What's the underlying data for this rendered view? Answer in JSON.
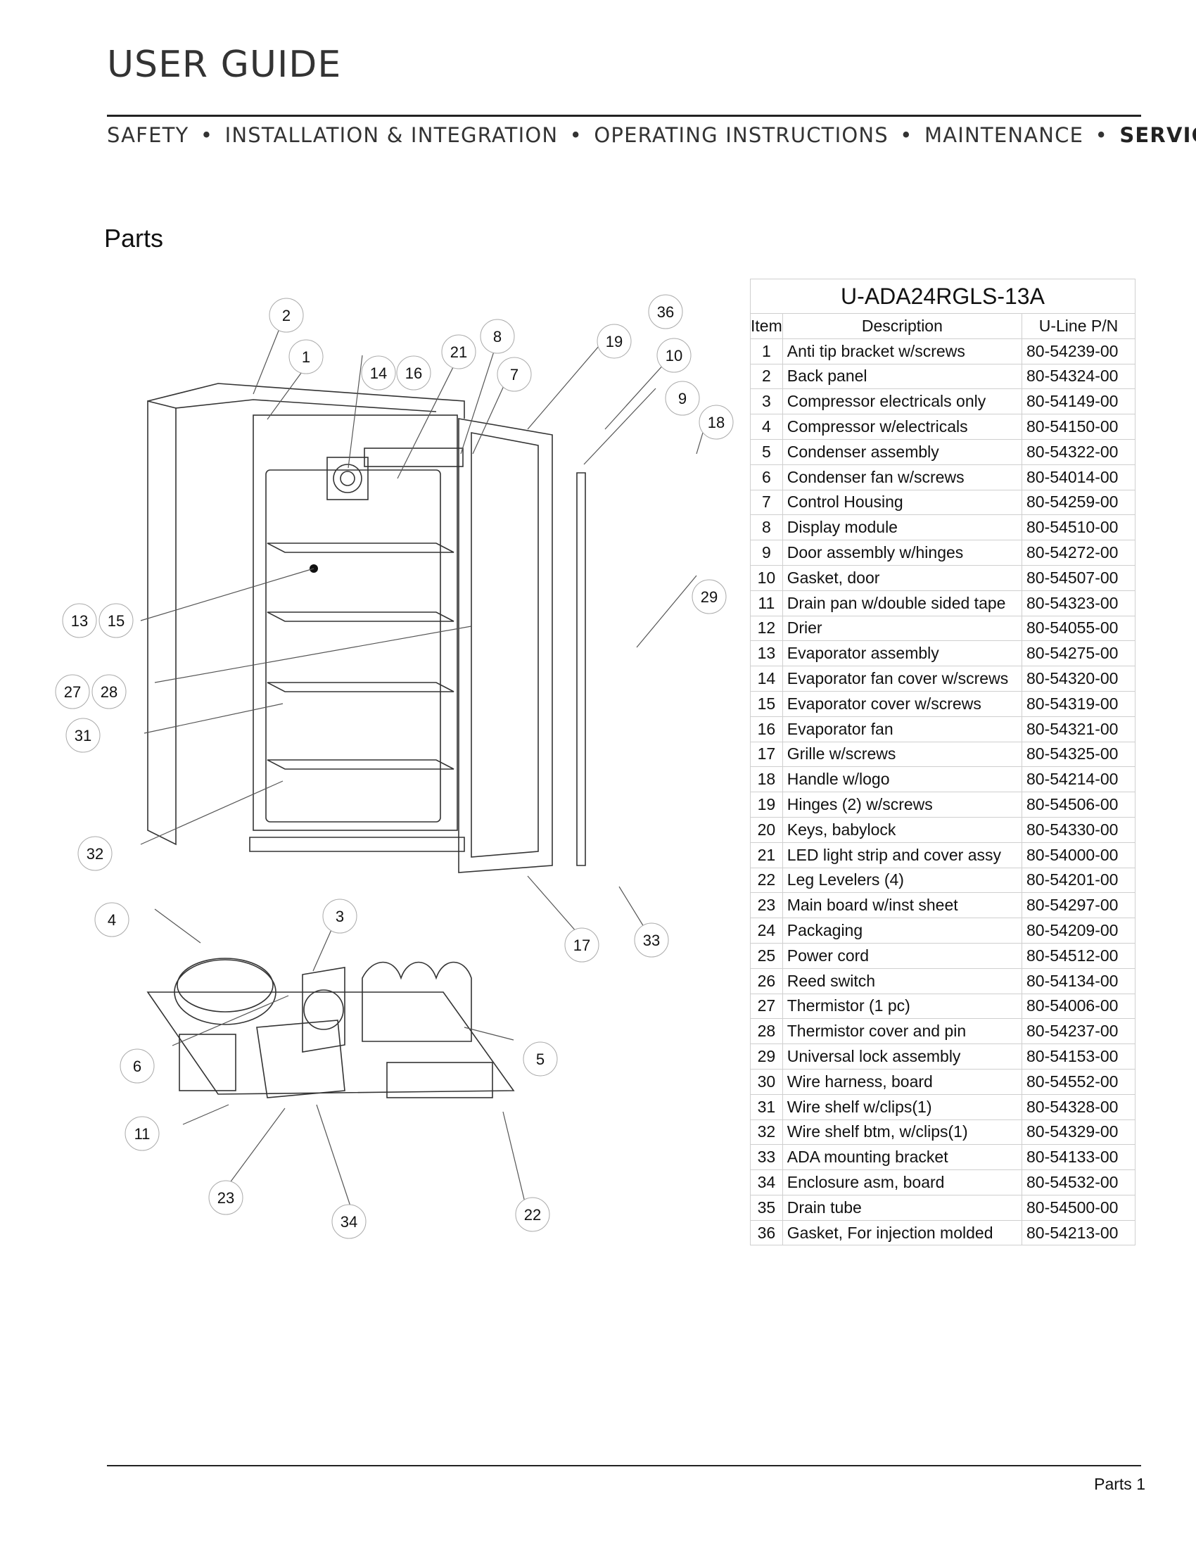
{
  "header": {
    "title": "USER GUIDE",
    "nav": [
      "SAFETY",
      "INSTALLATION & INTEGRATION",
      "OPERATING INSTRUCTIONS",
      "MAINTENANCE",
      "SERVICE"
    ],
    "separator": "•"
  },
  "section_title": "Parts",
  "diagram": {
    "callouts": [
      "1",
      "2",
      "3",
      "4",
      "5",
      "6",
      "7",
      "8",
      "9",
      "10",
      "11",
      "13",
      "14",
      "15",
      "16",
      "17",
      "18",
      "19",
      "21",
      "22",
      "23",
      "27",
      "28",
      "29",
      "31",
      "32",
      "33",
      "34",
      "36"
    ]
  },
  "parts_table": {
    "model": "U-ADA24RGLS-13A",
    "headers": {
      "item": "Item",
      "description": "Description",
      "pn": "U-Line P/N"
    },
    "rows": [
      {
        "item": "1",
        "description": "Anti tip bracket w/screws",
        "pn": "80-54239-00"
      },
      {
        "item": "2",
        "description": "Back panel",
        "pn": "80-54324-00"
      },
      {
        "item": "3",
        "description": "Compressor electricals only",
        "pn": "80-54149-00"
      },
      {
        "item": "4",
        "description": "Compressor w/electricals",
        "pn": "80-54150-00"
      },
      {
        "item": "5",
        "description": "Condenser assembly",
        "pn": "80-54322-00"
      },
      {
        "item": "6",
        "description": "Condenser fan w/screws",
        "pn": "80-54014-00"
      },
      {
        "item": "7",
        "description": "Control Housing",
        "pn": "80-54259-00"
      },
      {
        "item": "8",
        "description": "Display module",
        "pn": "80-54510-00"
      },
      {
        "item": "9",
        "description": "Door assembly w/hinges",
        "pn": "80-54272-00"
      },
      {
        "item": "10",
        "description": "Gasket, door",
        "pn": "80-54507-00"
      },
      {
        "item": "11",
        "description": "Drain pan w/double sided tape",
        "pn": "80-54323-00"
      },
      {
        "item": "12",
        "description": "Drier",
        "pn": "80-54055-00"
      },
      {
        "item": "13",
        "description": "Evaporator assembly",
        "pn": "80-54275-00"
      },
      {
        "item": "14",
        "description": "Evaporator fan cover w/screws",
        "pn": "80-54320-00"
      },
      {
        "item": "15",
        "description": "Evaporator cover w/screws",
        "pn": "80-54319-00"
      },
      {
        "item": "16",
        "description": "Evaporator fan",
        "pn": "80-54321-00"
      },
      {
        "item": "17",
        "description": "Grille w/screws",
        "pn": "80-54325-00"
      },
      {
        "item": "18",
        "description": "Handle w/logo",
        "pn": "80-54214-00"
      },
      {
        "item": "19",
        "description": "Hinges (2) w/screws",
        "pn": "80-54506-00"
      },
      {
        "item": "20",
        "description": "Keys, babylock",
        "pn": "80-54330-00"
      },
      {
        "item": "21",
        "description": "LED light strip and cover assy",
        "pn": "80-54000-00"
      },
      {
        "item": "22",
        "description": "Leg Levelers (4)",
        "pn": "80-54201-00"
      },
      {
        "item": "23",
        "description": "Main board w/inst sheet",
        "pn": "80-54297-00"
      },
      {
        "item": "24",
        "description": "Packaging",
        "pn": "80-54209-00"
      },
      {
        "item": "25",
        "description": "Power cord",
        "pn": "80-54512-00"
      },
      {
        "item": "26",
        "description": "Reed switch",
        "pn": "80-54134-00"
      },
      {
        "item": "27",
        "description": "Thermistor (1 pc)",
        "pn": "80-54006-00"
      },
      {
        "item": "28",
        "description": "Thermistor cover and pin",
        "pn": "80-54237-00"
      },
      {
        "item": "29",
        "description": "Universal lock assembly",
        "pn": "80-54153-00"
      },
      {
        "item": "30",
        "description": "Wire harness, board",
        "pn": "80-54552-00"
      },
      {
        "item": "31",
        "description": "Wire shelf w/clips(1)",
        "pn": "80-54328-00"
      },
      {
        "item": "32",
        "description": "Wire shelf btm, w/clips(1)",
        "pn": "80-54329-00"
      },
      {
        "item": "33",
        "description": "ADA mounting bracket",
        "pn": "80-54133-00"
      },
      {
        "item": "34",
        "description": "Enclosure asm, board",
        "pn": "80-54532-00"
      },
      {
        "item": "35",
        "description": "Drain tube",
        "pn": "80-54500-00"
      },
      {
        "item": "36",
        "description": "Gasket, For injection molded",
        "pn": "80-54213-00"
      }
    ]
  },
  "footer": {
    "page_label": "Parts 1"
  }
}
